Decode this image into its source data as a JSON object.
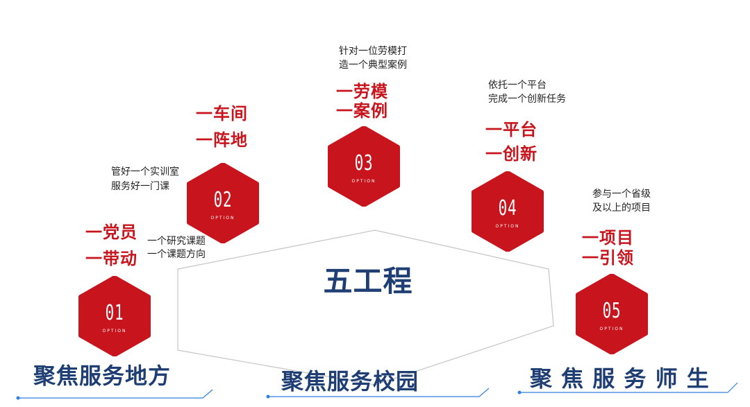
{
  "center_title": "五工程",
  "options": [
    {
      "number": "01",
      "sub": "OPTION",
      "titles": [
        "一党员",
        "一带动"
      ],
      "desc": [
        "一个研究课题",
        "一个课题方向"
      ]
    },
    {
      "number": "02",
      "sub": "OPTION",
      "titles": [
        "一车间",
        "一阵地"
      ],
      "desc": [
        "管好一个实训室",
        "服务好一门课"
      ]
    },
    {
      "number": "03",
      "sub": "OPTION",
      "titles": [
        "一劳模",
        "一案例"
      ],
      "desc": [
        "针对一位劳模打",
        "造一个典型案例"
      ]
    },
    {
      "number": "04",
      "sub": "OPTION",
      "titles": [
        "一平台",
        "一创新"
      ],
      "desc": [
        "依托一个平台",
        "完成一个创新任务"
      ]
    },
    {
      "number": "05",
      "sub": "OPTION",
      "titles": [
        "一项目",
        "一引领"
      ],
      "desc": [
        "参与一个省级",
        "及以上的项目"
      ]
    }
  ],
  "footer": [
    "聚焦服务地方",
    "聚焦服务校园",
    "聚 焦 服 务 师 生"
  ],
  "colors": {
    "hex_red": "#c8141c",
    "title_navy": "#1f3e73",
    "footer_line": "#2f7fe0"
  }
}
